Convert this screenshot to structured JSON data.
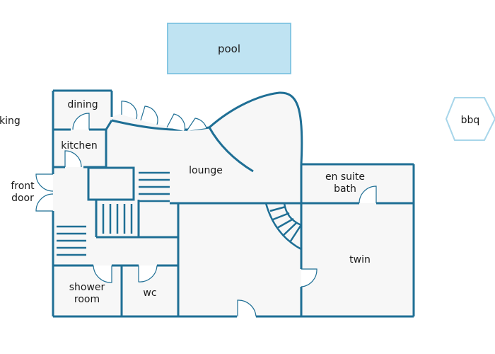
{
  "colors": {
    "wall": "#1f6f95",
    "floor": "#f7f7f7",
    "pool_fill": "#bfe3f2",
    "pool_stroke": "#86c7e3",
    "bbq_stroke": "#a8d6ea",
    "text": "#1a1a1a"
  },
  "labels": {
    "pool": "pool",
    "parking": "king",
    "bbq": "bbq",
    "dining": "dining",
    "kitchen": "kitchen",
    "front_door_1": "front",
    "front_door_2": "door",
    "lounge": "lounge",
    "en_suite_1": "en suite",
    "en_suite_2": "bath",
    "twin": "twin",
    "shower_1": "shower",
    "shower_2": "room",
    "wc": "wc"
  }
}
